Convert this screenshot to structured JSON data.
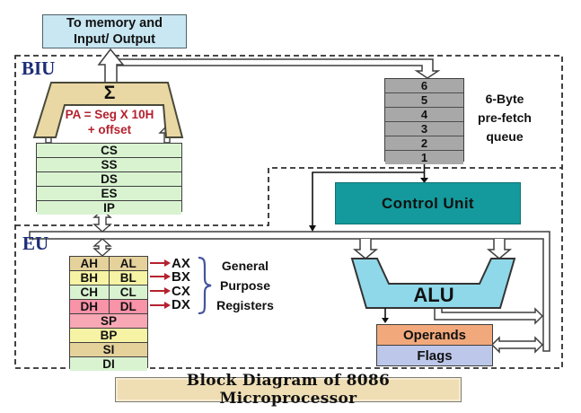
{
  "memory_box": {
    "line1": "To memory and",
    "line2": "Input/ Output"
  },
  "biu": {
    "label": "BIU",
    "adder": {
      "symbol": "Σ",
      "formula1": "PA = Seg X 10H",
      "formula2": "+ offset"
    },
    "segment_registers": [
      "CS",
      "SS",
      "DS",
      "ES",
      "IP"
    ],
    "queue": {
      "cells": [
        "6",
        "5",
        "4",
        "3",
        "2",
        "1"
      ],
      "label1": "6-Byte",
      "label2": "pre-fetch",
      "label3": "queue"
    }
  },
  "control_unit": {
    "label": "Control Unit"
  },
  "eu": {
    "label": "EU",
    "registers": {
      "pairs": [
        {
          "h": "AH",
          "l": "AL"
        },
        {
          "h": "BH",
          "l": "BL"
        },
        {
          "h": "CH",
          "l": "CL"
        },
        {
          "h": "DH",
          "l": "DL"
        }
      ],
      "singles": [
        "SP",
        "BP",
        "SI",
        "DI"
      ],
      "extended": [
        "AX",
        "BX",
        "CX",
        "DX"
      ],
      "group1": "General",
      "group2": "Purpose",
      "group3": "Registers"
    },
    "alu": {
      "label": "ALU"
    },
    "operands": {
      "label": "Operands"
    },
    "flags": {
      "label": "Flags"
    }
  },
  "footer": {
    "title": "Block Diagram of 8086 Microprocessor"
  },
  "colors": {
    "memory_box_bg": "#c8e7f3",
    "adder_bg": "#e9d8a3",
    "formula_red": "#b5212e",
    "segment_green": "#d9f3d1",
    "queue_gray": "#a8a8a8",
    "control_unit_teal": "#149a9c",
    "alu_blue": "#8fd8e9",
    "operands_orange": "#f1a97c",
    "flags_periwinkle": "#bcc7e9",
    "row_tan": "#e5d29b",
    "row_yellow": "#f7f3a4",
    "row_green": "#d9f3d1",
    "row_pink": "#f893a8",
    "row_pink_light": "#f8a8b4",
    "label_navy": "#1d2d77",
    "title_bg": "#efddb4"
  }
}
